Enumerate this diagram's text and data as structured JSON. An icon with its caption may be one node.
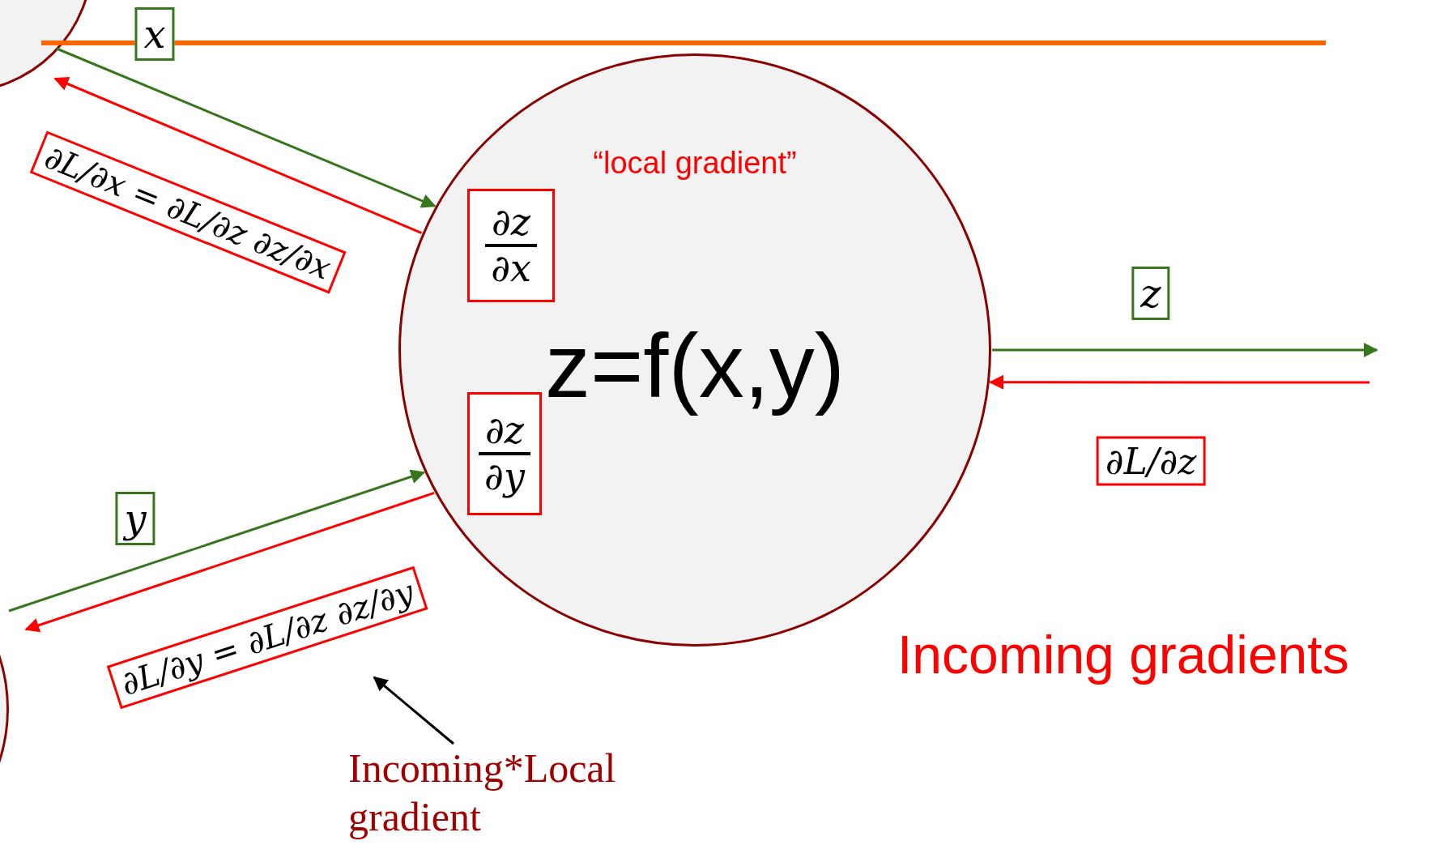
{
  "diagram": {
    "nodes": [
      {
        "text": [],
        "shape": "circle"
      },
      {
        "text": [],
        "shape": "circle"
      },
      {
        "text": [
          "“local gradient”",
          "z=f(x,y)"
        ]
      },
      {
        "text": [
          "∂z",
          "∂x"
        ],
        "in": 2
      },
      {
        "text": [
          "∂z",
          "∂y"
        ],
        "in": 2
      },
      {
        "text": [
          "Incoming*Local gradient"
        ]
      }
    ],
    "edges": [
      {
        "from": 0,
        "to": null,
        "arrow": "none",
        "style": "thick",
        "color": "#ff6600"
      },
      {
        "from": 0,
        "to": 2,
        "arrow": "to",
        "label": "x",
        "color": "#38761d"
      },
      {
        "from": 2,
        "to": 0,
        "arrow": "to",
        "label": "∂L/∂x = ∂L/∂z ∂z/∂x",
        "color": "#ff0000"
      },
      {
        "from": 1,
        "to": 2,
        "arrow": "to",
        "label": "y",
        "color": "#38761d"
      },
      {
        "from": 2,
        "to": 1,
        "arrow": "to",
        "label": "∂L/∂y = ∂L/∂z ∂z/∂y",
        "color": "#ff0000"
      },
      {
        "from": 2,
        "to": null,
        "arrow": "to",
        "label": "z",
        "color": "#38761d"
      },
      {
        "from": null,
        "to": 2,
        "arrow": "to",
        "label": "∂L/∂z",
        "color": "#ff0000"
      },
      {
        "from": 5,
        "to": null,
        "arrow": "to",
        "color": "#000000"
      }
    ],
    "labels": [
      "Incoming gradients"
    ]
  }
}
